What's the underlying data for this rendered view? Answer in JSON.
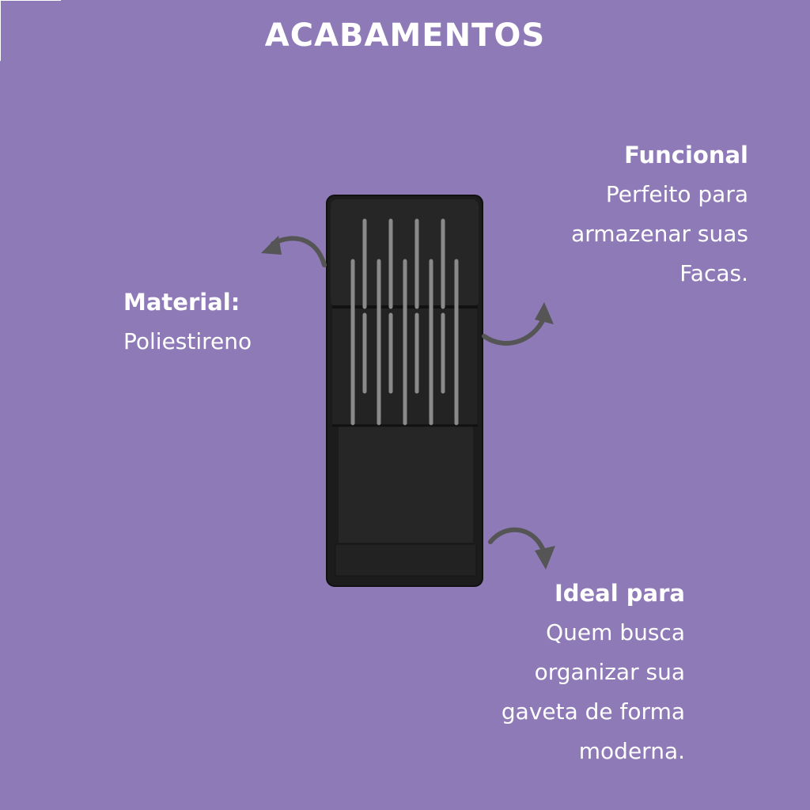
{
  "title": "ACABAMENTOS",
  "material": {
    "heading": "Material:",
    "lines": [
      "Poliestireno"
    ]
  },
  "funcional": {
    "heading": "Funcional",
    "lines": [
      "Perfeito para",
      "armazenar suas",
      "Facas."
    ]
  },
  "ideal": {
    "heading": "Ideal para",
    "lines": [
      "Quem busca",
      "organizar sua",
      "gaveta de forma",
      "moderna."
    ]
  },
  "colors": {
    "background": "#8f7ab8",
    "text": "#ffffff",
    "tray": "#262626",
    "slots": "#8a8a8a",
    "arrows": "#555555"
  }
}
